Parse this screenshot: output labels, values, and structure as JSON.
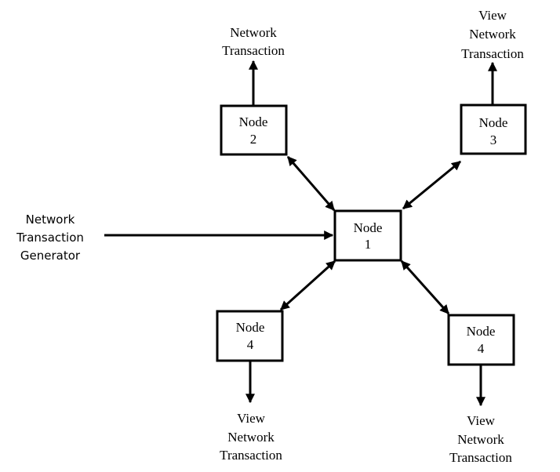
{
  "colors": {
    "stroke": "#000000",
    "background": "#ffffff"
  },
  "nodes": {
    "node1": {
      "line1": "Node",
      "line2": "1"
    },
    "node2": {
      "line1": "Node",
      "line2": "2"
    },
    "node3": {
      "line1": "Node",
      "line2": "3"
    },
    "node4_left": {
      "line1": "Node",
      "line2": "4"
    },
    "node4_right": {
      "line1": "Node",
      "line2": "4"
    }
  },
  "labels": {
    "generator": {
      "line1": "Network",
      "line2": "Transaction",
      "line3": "Generator"
    },
    "top_left": {
      "line1": "Network",
      "line2": "Transaction"
    },
    "top_right": {
      "line1": "View",
      "line2": "Network",
      "line3": "Transaction"
    },
    "bottom_left": {
      "line1": "View",
      "line2": "Network",
      "line3": "Transaction"
    },
    "bottom_right": {
      "line1": "View",
      "line2": "Network",
      "line3": "Transaction"
    }
  }
}
